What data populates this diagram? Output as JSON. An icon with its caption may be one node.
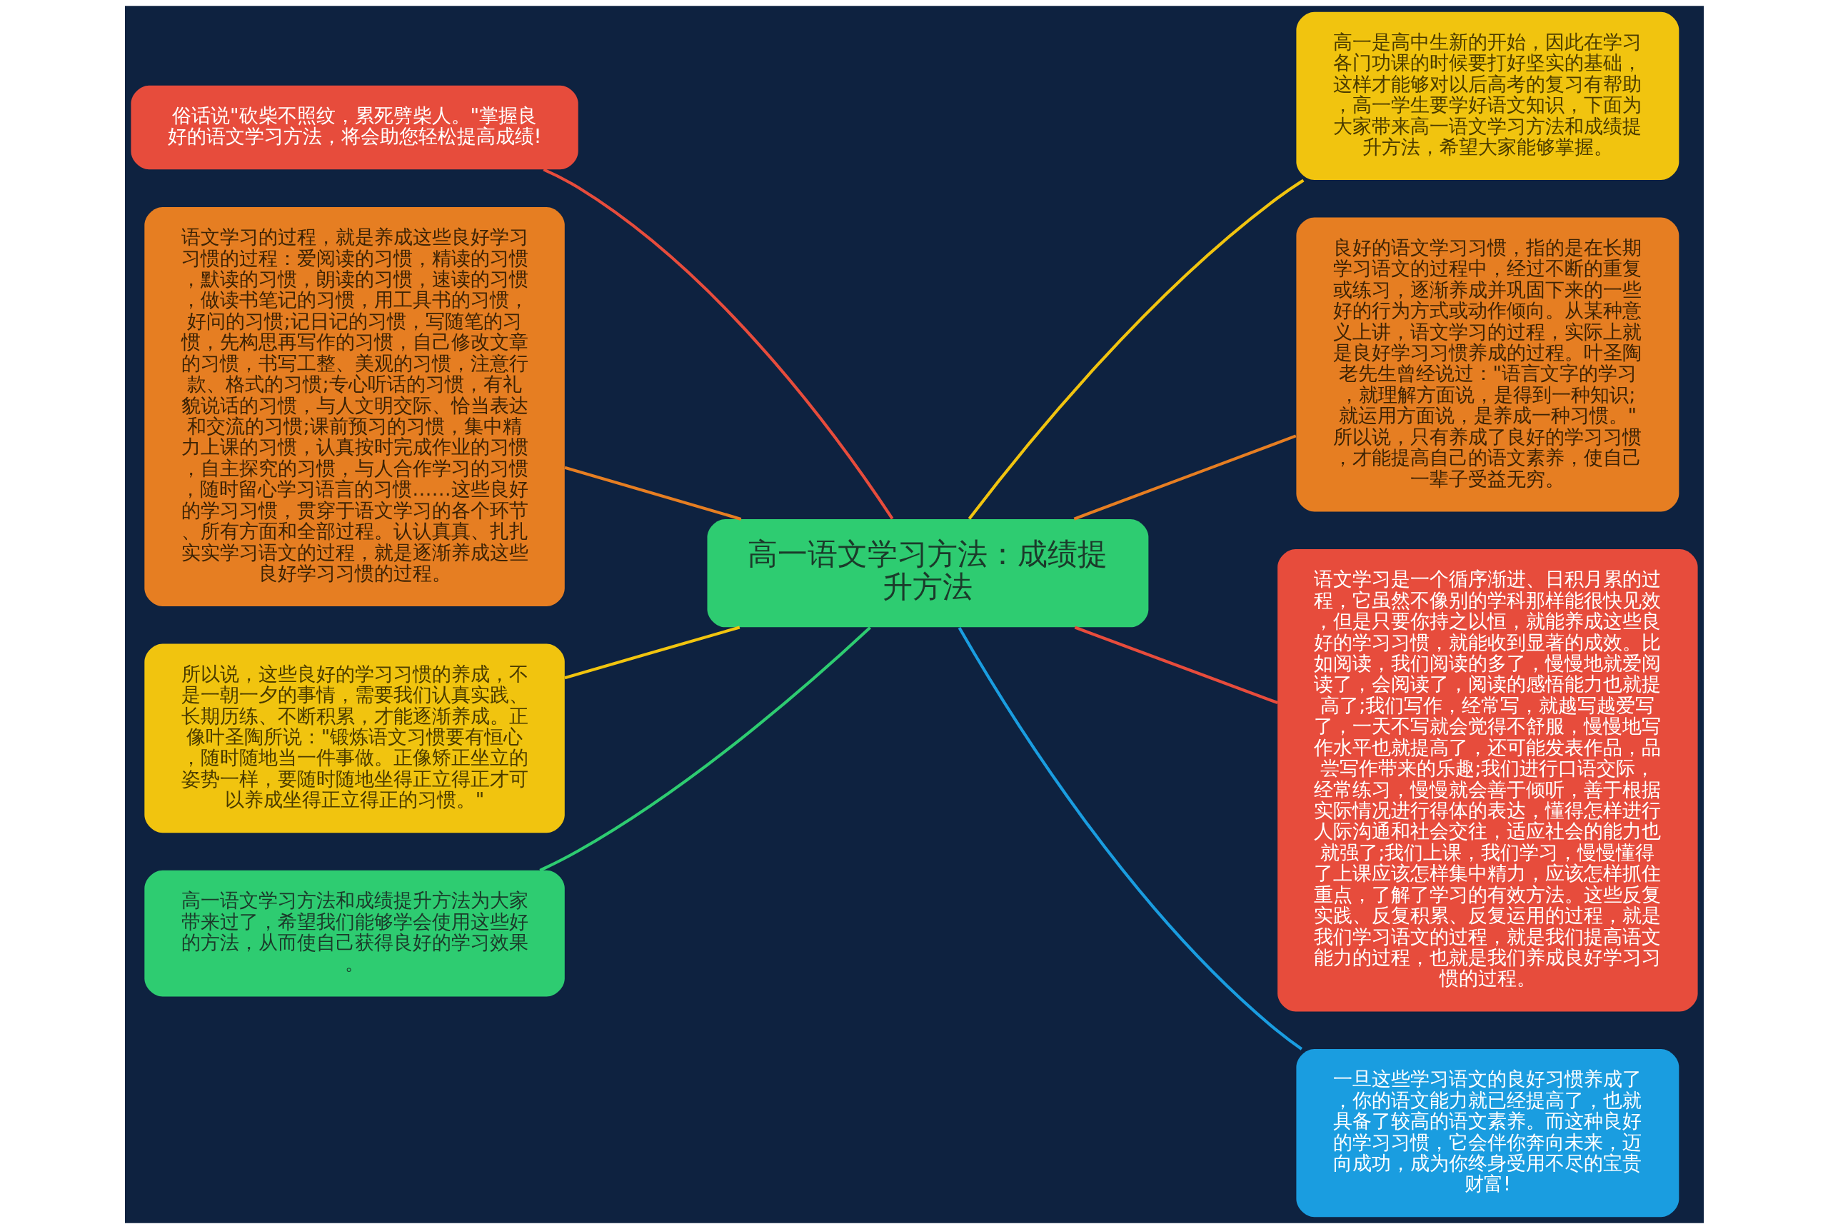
{
  "diagram": {
    "nodes": [
      {
        "text": [
          "高一语文学习方法：成绩提升方法"
        ]
      },
      {
        "text": [
          "高一是高中生新的开始，因此在学习各门功课的时候要打好坚实的基础，这样才能够对以后高考的复习有帮助，高一学生要学好语文知识，下面为大家带来高一语文学习方法和成绩提升方法，希望大家能够掌握。"
        ]
      },
      {
        "text": [
          "良好的语文学习习惯，指的是在长期学习语文的过程中，经过不断的重复或练习，逐渐养成并巩固下来的一些好的行为方式或动作倾向。从某种意义上讲，语文学习的过程，实际上就是良好学习习惯养成的过程。叶圣陶老先生曾经说过：\"语言文字的学习，就理解方面说，是得到一种知识;就运用方面说，是养成一种习惯。\"所以说，只有养成了良好的学习习惯，才能提高自己的语文素养，使自己一辈子受益无穷。"
        ]
      },
      {
        "text": [
          "语文学习是一个循序渐进、日积月累的过程，它虽然不像别的学科那样能很快见效，但是只要你持之以恒，就能养成这些良好的学习习惯，就能收到显著的成效。比如阅读，我们阅读的多了，慢慢地就爱阅读了，会阅读了，阅读的感悟能力也就提高了;我们写作，经常写，就越写越爱写了，一天不写就会觉得不舒服，慢慢地写作水平也就提高了，还可能发表作品，品尝写作带来的乐趣;我们进行口语交际，经常练习，慢慢就会善于倾听，善于根据实际情况进行得体的表达，懂得怎样进行人际沟通和社会交往，适应社会的能力也就强了;我们上课，我们学习，慢慢懂得了上课应该怎样集中精力，应该怎样抓住重点，了解了学习的有效方法。这些反复实践、反复积累、反复运用的过程，就是我们学习语文的过程，就是我们提高语文能力的过程，也就是我们养成良好学习习惯的过程。"
        ]
      },
      {
        "text": [
          "一旦这些学习语文的良好习惯养成了，你的语文能力就已经提高了，也就具备了较高的语文素养。而这种良好的学习习惯，它会伴你奔向未来，迈向成功，成为你终身受用不尽的宝贵财富!"
        ]
      },
      {
        "text": [
          "俗话说\"砍柴不照纹，累死劈柴人。\"掌握良好的语文学习方法，将会助您轻松提高成绩!"
        ]
      },
      {
        "text": [
          "语文学习的过程，就是养成这些良好学习习惯的过程：爱阅读的习惯，精读的习惯，默读的习惯，朗读的习惯，速读的习惯，做读书笔记的习惯，用工具书的习惯，好问的习惯;记日记的习惯，写随笔的习惯，先构思再写作的习惯，自己修改文章的习惯，书写工整、美观的习惯，注意行款、格式的习惯;专心听话的习惯，有礼貌说话的习惯，与人文明交际、恰当表达和交流的习惯;课前预习的习惯，集中精力上课的习惯，认真按时完成作业的习惯，自主探究的习惯，与人合作学习的习惯，随时留心学习语言的习惯……这些良好的学习习惯，贯穿于语文学习的各个环节、所有方面和全部过程。认认真真、扎扎实实学习语文的过程，就是逐渐养成这些良好学习习惯的过程。"
        ]
      },
      {
        "text": [
          "所以说，这些良好的学习习惯的养成，不是一朝一夕的事情，需要我们认真实践、长期历练、不断积累，才能逐渐养成。正像叶圣陶所说：\"锻炼语文习惯要有恒心，随时随地当一件事做。正像矫正坐立的姿势一样，要随时随地坐得正立得正才可以养成坐得正立得正的习惯。\""
        ]
      },
      {
        "text": [
          "高一语文学习方法和成绩提升方法为大家带来过了，希望我们能够学会使用这些好的方法，从而使自己获得良好的学习效果。"
        ]
      }
    ],
    "edges": [
      {
        "from": 0,
        "to": 1,
        "arrow": "none",
        "color": "#f1c40f"
      },
      {
        "from": 0,
        "to": 2,
        "arrow": "none",
        "color": "#e67e22"
      },
      {
        "from": 0,
        "to": 3,
        "arrow": "none",
        "color": "#e74c3c"
      },
      {
        "from": 0,
        "to": 4,
        "arrow": "none",
        "color": "#1a9de0"
      },
      {
        "from": 0,
        "to": 5,
        "arrow": "none",
        "color": "#e74c3c"
      },
      {
        "from": 0,
        "to": 6,
        "arrow": "none",
        "color": "#e67e22"
      },
      {
        "from": 0,
        "to": 7,
        "arrow": "none",
        "color": "#f1c40f"
      },
      {
        "from": 0,
        "to": 8,
        "arrow": "none",
        "color": "#2ecc71"
      }
    ]
  }
}
